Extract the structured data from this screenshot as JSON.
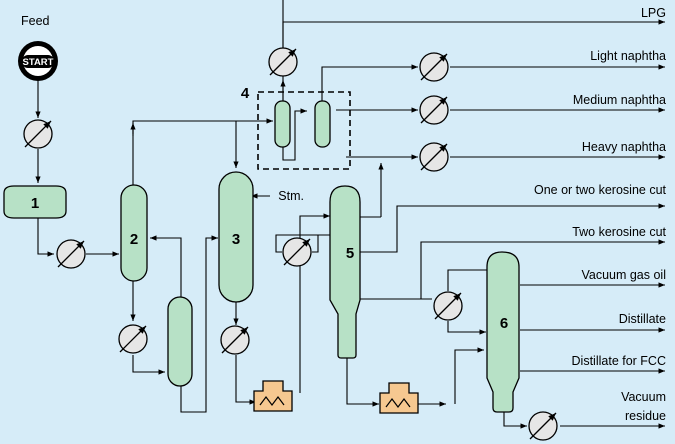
{
  "labels": {
    "feed": "Feed",
    "start": "START",
    "stm": "Stm.",
    "products": [
      "LPG",
      "Light naphtha",
      "Medium naphtha",
      "Heavy naphtha",
      "One or two kerosine cut",
      "Two kerosine cut",
      "Vacuum gas oil",
      "Distillate",
      "Distillate for FCC",
      "Vacuum",
      "residue"
    ]
  },
  "units": [
    "1",
    "2",
    "3",
    "4",
    "5",
    "6"
  ],
  "colors": {
    "background": "#d6ecf8",
    "vessel_fill": "#b7e1c6",
    "exchanger_fill": "#e6e6e6",
    "heater_fill": "#f6c890",
    "line": "#000000"
  }
}
